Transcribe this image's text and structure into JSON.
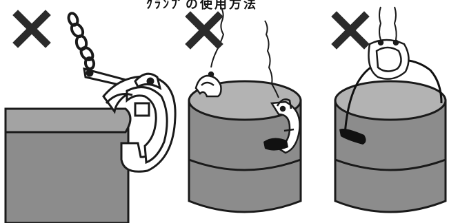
{
  "title_fragment": "ｸﾗﾝﾌﾟの使用方法",
  "colors": {
    "cross": "#2b2b2b",
    "drum_fill": "#8c8c8c",
    "drum_top": "#b3b3b3",
    "outline": "#1a1a1a",
    "clamp_fill": "#ffffff"
  },
  "panels": [
    {
      "name": "panel-plate-edge",
      "mark": "cross-icon"
    },
    {
      "name": "panel-drum-side-clamp",
      "mark": "cross-icon"
    },
    {
      "name": "panel-drum-cable",
      "mark": "cross-icon"
    }
  ]
}
